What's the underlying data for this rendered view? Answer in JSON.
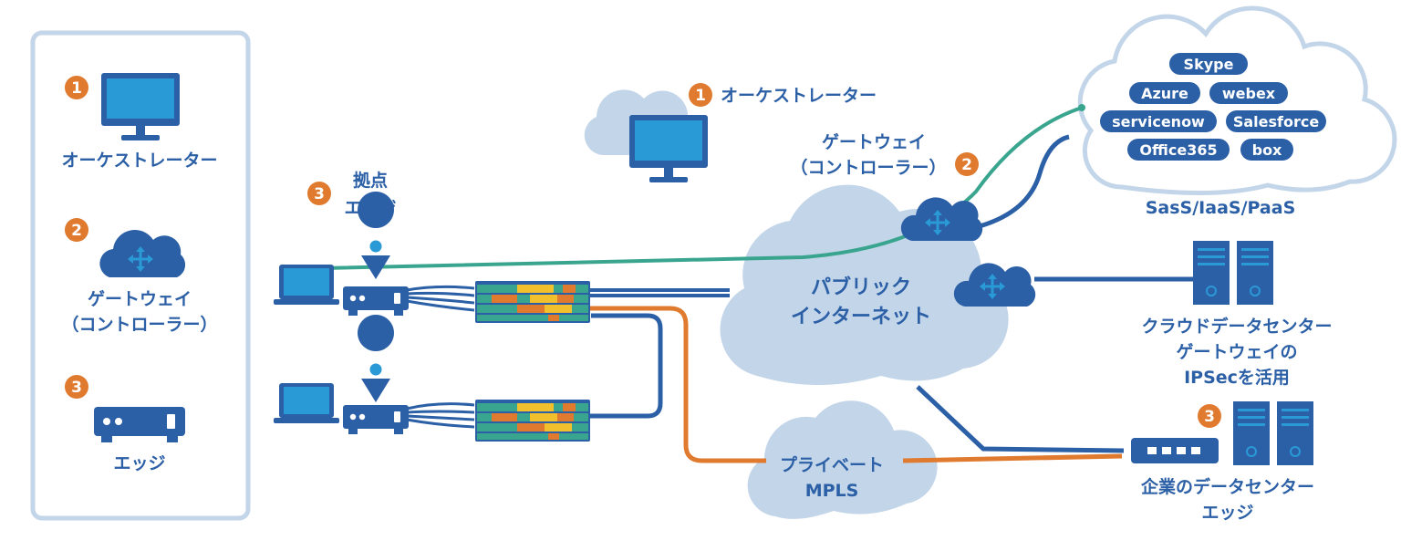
{
  "legend": {
    "items": [
      {
        "number": "1",
        "label": "オーケストレーター",
        "icon": "monitor-icon"
      },
      {
        "number": "2",
        "label_line1": "ゲートウェイ",
        "label_line2": "（コントローラー）",
        "icon": "cloud-gateway-icon"
      },
      {
        "number": "3",
        "label": "エッジ",
        "icon": "edge-device-icon"
      }
    ]
  },
  "orchestrator": {
    "number": "1",
    "label": "オーケストレーター",
    "icon": "monitor-icon"
  },
  "gateway": {
    "number": "2",
    "label_line1": "ゲートウェイ",
    "label_line2": "（コントローラー）",
    "icon": "cloud-gateway-icon"
  },
  "branch_edge": {
    "number": "3",
    "label_line1": "拠点",
    "label_line2": "エッジ",
    "icon": "location-pin-icon"
  },
  "saas_cloud": {
    "services": [
      "Skype",
      "Azure",
      "webex",
      "servicenow",
      "Salesforce",
      "Office365",
      "box"
    ],
    "label": "SasS/IaaS/PaaS"
  },
  "public_internet": {
    "line1": "パブリック",
    "line2": "インターネット"
  },
  "private_mpls": {
    "line1": "プライベート",
    "line2": "MPLS"
  },
  "cloud_dc": {
    "line1": "クラウドデータセンター",
    "line2": "ゲートウェイの",
    "line3": "IPSecを活用",
    "icon": "server-icon"
  },
  "enterprise_dc": {
    "number": "3",
    "line1": "企業のデータセンター",
    "line2": "エッジ",
    "icon": "server-icon"
  },
  "colors": {
    "primary_blue": "#2b5fa6",
    "light_blue": "#c3d5e9",
    "orange": "#e07a2f",
    "teal": "#3aa58f",
    "yellow": "#f2c02c",
    "border": "#c3d5e9"
  }
}
